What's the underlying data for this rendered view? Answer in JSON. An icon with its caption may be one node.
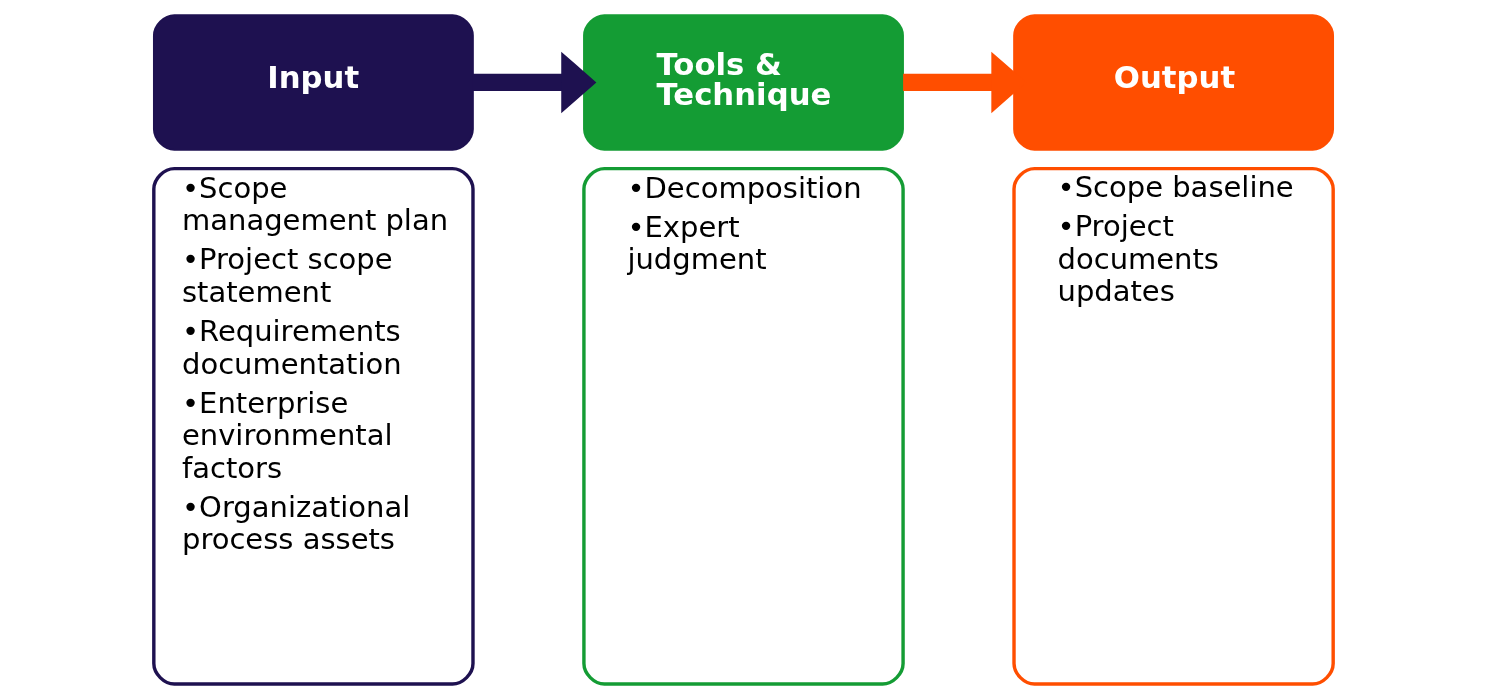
{
  "diagram": {
    "nodes": [
      {
        "text": [
          "Input"
        ]
      },
      {
        "text": [
          "•Scope management plan",
          "•Project scope statement",
          "•Requirements documentation",
          "•Enterprise environmental factors",
          "•Organizational process assets"
        ]
      },
      {
        "text": [
          "Tools & Technique"
        ]
      },
      {
        "text": [
          "•Decomposition",
          "•Expert judgment"
        ]
      },
      {
        "text": [
          "Output"
        ]
      },
      {
        "text": [
          "•Scope baseline",
          "•Project documents updates"
        ]
      }
    ],
    "edges": [
      {
        "from": 0,
        "to": 2,
        "arrow": "to",
        "color": "#1e1150"
      },
      {
        "from": 2,
        "to": 4,
        "arrow": "to",
        "color": "#ff4e00"
      }
    ]
  }
}
